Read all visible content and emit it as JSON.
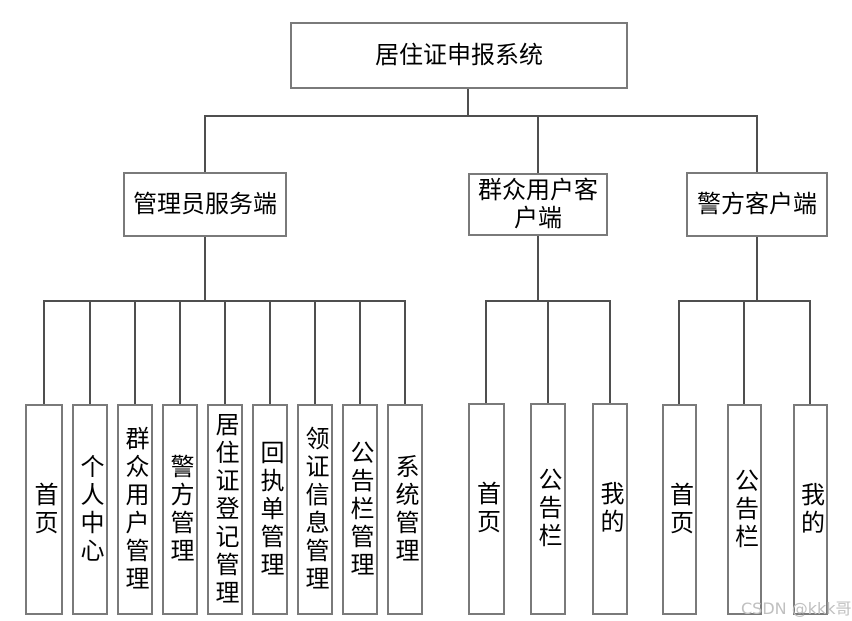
{
  "tree": {
    "root": "居住证申报系统",
    "branches": [
      {
        "label": "管理员服务端",
        "children": [
          "首页",
          "个人中心",
          "群众用户管理",
          "警方管理",
          "居住证登记管理",
          "回执单管理",
          "领证信息管理",
          "公告栏管理",
          "系统管理"
        ]
      },
      {
        "label": "群众用户客户端",
        "children": [
          "首页",
          "公告栏",
          "我的"
        ]
      },
      {
        "label": "警方客户端",
        "children": [
          "首页",
          "公告栏",
          "我的"
        ]
      }
    ]
  },
  "watermark": "CSDN @kkk哥",
  "colors": {
    "background": "#ffffff",
    "box_border": "#7a7a7a",
    "connector": "#4f4f4f",
    "text": "#000000",
    "watermark": "#c0c0c0"
  }
}
